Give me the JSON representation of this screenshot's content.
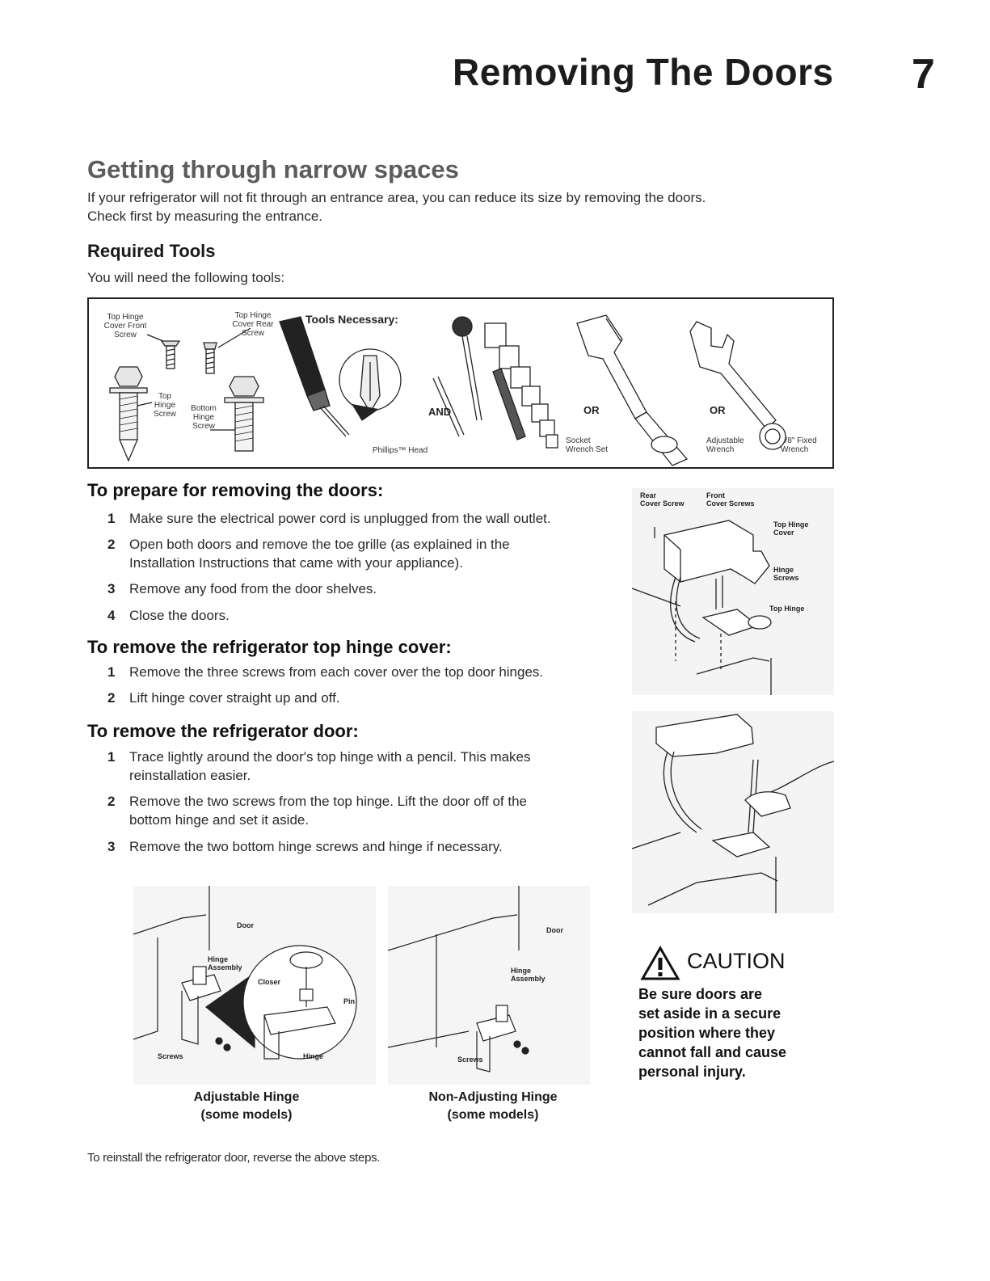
{
  "page_title": "Removing The Doors",
  "page_number": "7",
  "section_heading": "Getting through narrow spaces",
  "intro_lines": [
    "If your refrigerator will not fit through an entrance area, you can reduce its size by removing the doors.",
    "Check first by measuring the entrance."
  ],
  "tools": {
    "heading": "Required Tools",
    "intro": "You will need the following tools:",
    "necessary_label": "Tools Necessary:",
    "labels": {
      "top_hinge_cover_front_screw": [
        "Top Hinge",
        "Cover Front",
        "Screw"
      ],
      "top_hinge_cover_rear_screw": [
        "Top Hinge",
        "Cover Rear",
        "Screw"
      ],
      "top_hinge_screw": [
        "Top",
        "Hinge",
        "Screw"
      ],
      "bottom_hinge_screw": [
        "Bottom",
        "Hinge",
        "Screw"
      ],
      "phillips_head": "Phillips™ Head",
      "socket_wrench_set": [
        "Socket",
        "Wrench Set"
      ],
      "adjustable_wrench": [
        "Adjustable",
        "Wrench"
      ],
      "fixed_wrench": [
        "3/8\" Fixed",
        "Wrench"
      ]
    },
    "and_label": "AND",
    "or_label_1": "OR",
    "or_label_2": "OR"
  },
  "prepare": {
    "heading": "To prepare for removing the doors:",
    "steps": [
      {
        "num": "1",
        "lines": [
          "Make sure the electrical power cord is unplugged from the wall outlet."
        ]
      },
      {
        "num": "2",
        "lines": [
          "Open both doors and remove the toe grille (as explained in the",
          "Installation Instructions that came with your appliance)."
        ]
      },
      {
        "num": "3",
        "lines": [
          "Remove any food from the door shelves."
        ]
      },
      {
        "num": "4",
        "lines": [
          "Close the doors."
        ]
      }
    ]
  },
  "hinge_cover": {
    "heading": "To remove the refrigerator top hinge cover:",
    "steps": [
      {
        "num": "1",
        "lines": [
          "Remove the three screws from each cover over the top door hinges."
        ]
      },
      {
        "num": "2",
        "lines": [
          "Lift hinge cover straight up and off."
        ]
      }
    ]
  },
  "door": {
    "heading": "To remove the refrigerator door:",
    "steps": [
      {
        "num": "1",
        "lines": [
          "Trace lightly around the door's top hinge with a pencil. This makes",
          "reinstallation easier."
        ]
      },
      {
        "num": "2",
        "lines": [
          "Remove the two screws from the top hinge. Lift the door off of the",
          "bottom hinge and set it aside."
        ]
      },
      {
        "num": "3",
        "lines": [
          "Remove the two bottom hinge screws and hinge if necessary."
        ]
      }
    ]
  },
  "top_hinge_figure": {
    "rear_cover_screw": [
      "Rear",
      "Cover Screw"
    ],
    "front_cover_screws": [
      "Front",
      "Cover Screws"
    ],
    "top_hinge_cover": [
      "Top Hinge",
      "Cover"
    ],
    "hinge_screws": [
      "Hinge",
      "Screws"
    ],
    "top_hinge": "Top Hinge"
  },
  "adjustable_figure": {
    "door": "Door",
    "hinge_assembly": [
      "Hinge",
      "Assembly"
    ],
    "closer": "Closer",
    "pin": "Pin",
    "screws": "Screws",
    "hinge": "Hinge",
    "caption": [
      "Adjustable Hinge",
      "(some models)"
    ]
  },
  "non_adjusting_figure": {
    "door": "Door",
    "hinge_assembly": [
      "Hinge",
      "Assembly"
    ],
    "screws": "Screws",
    "caption": [
      "Non-Adjusting Hinge",
      "(some models)"
    ]
  },
  "caution": {
    "title": "CAUTION",
    "lines": [
      "Be sure doors are",
      "set aside in a secure",
      "position where they",
      "cannot fall and cause",
      "personal injury."
    ]
  },
  "footer_note": "To reinstall the refrigerator door, reverse the above steps."
}
